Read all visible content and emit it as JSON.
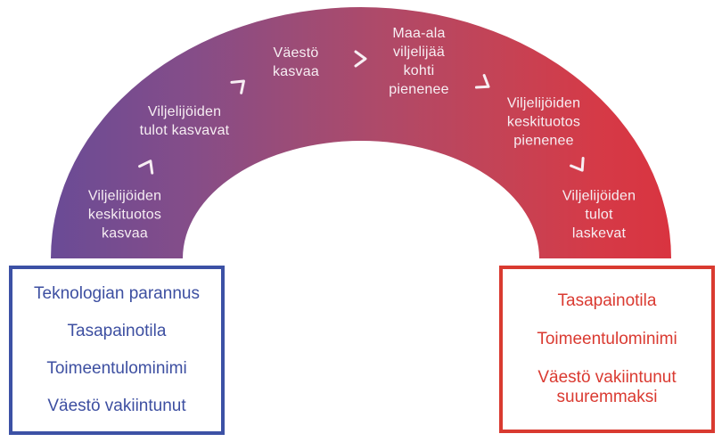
{
  "diagram": {
    "kind": "cycle-arc-diagram",
    "background_color": "#ffffff",
    "arc": {
      "gradient_colors": [
        "#6a4b96",
        "#844d89",
        "#9a4c78",
        "#ad4a6a",
        "#c44356",
        "#d93440"
      ],
      "text_color": "#f7eef3",
      "steps": [
        {
          "label": "Viljelijöiden\nkeskituotos\nkasvaa"
        },
        {
          "label": "Viljelijöiden\ntulot kasvavat"
        },
        {
          "label": "Väestö\nkasvaa"
        },
        {
          "label": "Maa-ala\nviljelijää\nkohti\npienenee"
        },
        {
          "label": "Viljelijöiden\nkeskituotos\npienenee"
        },
        {
          "label": "Viljelijöiden\ntulot\nlaskevat"
        }
      ],
      "connector_icons": [
        "chevron-up-icon",
        "chevron-up-right-icon",
        "chevron-right-icon",
        "chevron-down-right-icon",
        "chevron-down-icon"
      ]
    },
    "left_box": {
      "border_color": "#3c51a5",
      "text_color": "#3d4fa1",
      "items": [
        "Teknologian parannus",
        "Tasapainotila",
        "Toimeentulominimi",
        "Väestö vakiintunut"
      ]
    },
    "right_box": {
      "border_color": "#d93a30",
      "text_color": "#da3a31",
      "items": [
        "Tasapainotila",
        "Toimeentulominimi",
        "Väestö vakiintunut\nsuuremmaksi"
      ]
    }
  }
}
